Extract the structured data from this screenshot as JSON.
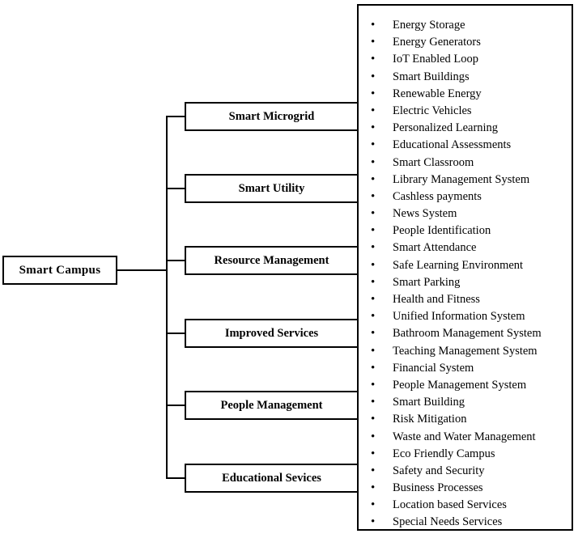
{
  "diagram": {
    "type": "hierarchy-tree",
    "root": {
      "label": "Smart Campus"
    },
    "branches": [
      {
        "label": "Smart Microgrid"
      },
      {
        "label": "Smart Utility"
      },
      {
        "label": "Resource Management"
      },
      {
        "label": "Improved Services"
      },
      {
        "label": "People Management"
      },
      {
        "label": "Educational Sevices"
      }
    ],
    "features_panel": {
      "bullet_glyph": "•",
      "items": [
        "Energy Storage",
        "Energy Generators",
        "IoT Enabled Loop",
        "Smart Buildings",
        "Renewable Energy",
        "Electric Vehicles",
        "Personalized Learning",
        "Educational Assessments",
        "Smart Classroom",
        "Library Management System",
        "Cashless payments",
        "News System",
        "People Identification",
        "Smart Attendance",
        "Safe Learning Environment",
        "Smart Parking",
        "Health and Fitness",
        "Unified Information System",
        "Bathroom Management System",
        "Teaching Management System",
        "Financial System",
        "People Management System",
        "Smart Building",
        "Risk Mitigation",
        "Waste and Water Management",
        "Eco Friendly Campus",
        "Safety and Security",
        "Business Processes",
        "Location based Services",
        "Special Needs Services"
      ]
    },
    "colors": {
      "stroke": "#000000",
      "fill": "#ffffff",
      "text": "#000000"
    }
  }
}
